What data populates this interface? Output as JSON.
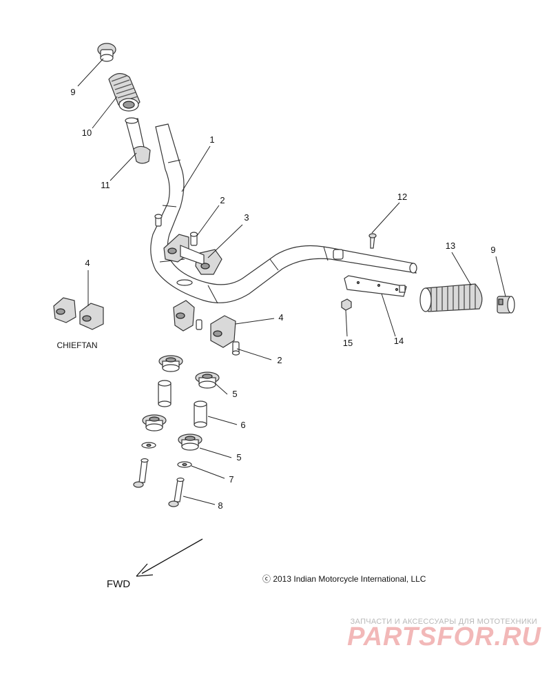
{
  "callouts": [
    {
      "num": "1"
    },
    {
      "num": "2"
    },
    {
      "num": "2"
    },
    {
      "num": "3"
    },
    {
      "num": "4"
    },
    {
      "num": "4"
    },
    {
      "num": "5"
    },
    {
      "num": "5"
    },
    {
      "num": "6"
    },
    {
      "num": "7"
    },
    {
      "num": "8"
    },
    {
      "num": "9"
    },
    {
      "num": "9"
    },
    {
      "num": "10"
    },
    {
      "num": "11"
    },
    {
      "num": "12"
    },
    {
      "num": "13"
    },
    {
      "num": "14"
    },
    {
      "num": "15"
    }
  ],
  "variant_label": "CHIEFTAN",
  "direction_label": "FWD",
  "copyright": "ⓒ 2013 Indian Motorcycle International, LLC",
  "watermark": {
    "tagline": "ЗАПЧАСТИ И АКСЕССУАРЫ ДЛЯ МОТОТЕХНИКИ",
    "brand": "PARTSFOR.RU"
  },
  "colors": {
    "line": "#333333",
    "watermark_brand": "#f2b8b8",
    "watermark_tagline": "#b8b8b8"
  }
}
